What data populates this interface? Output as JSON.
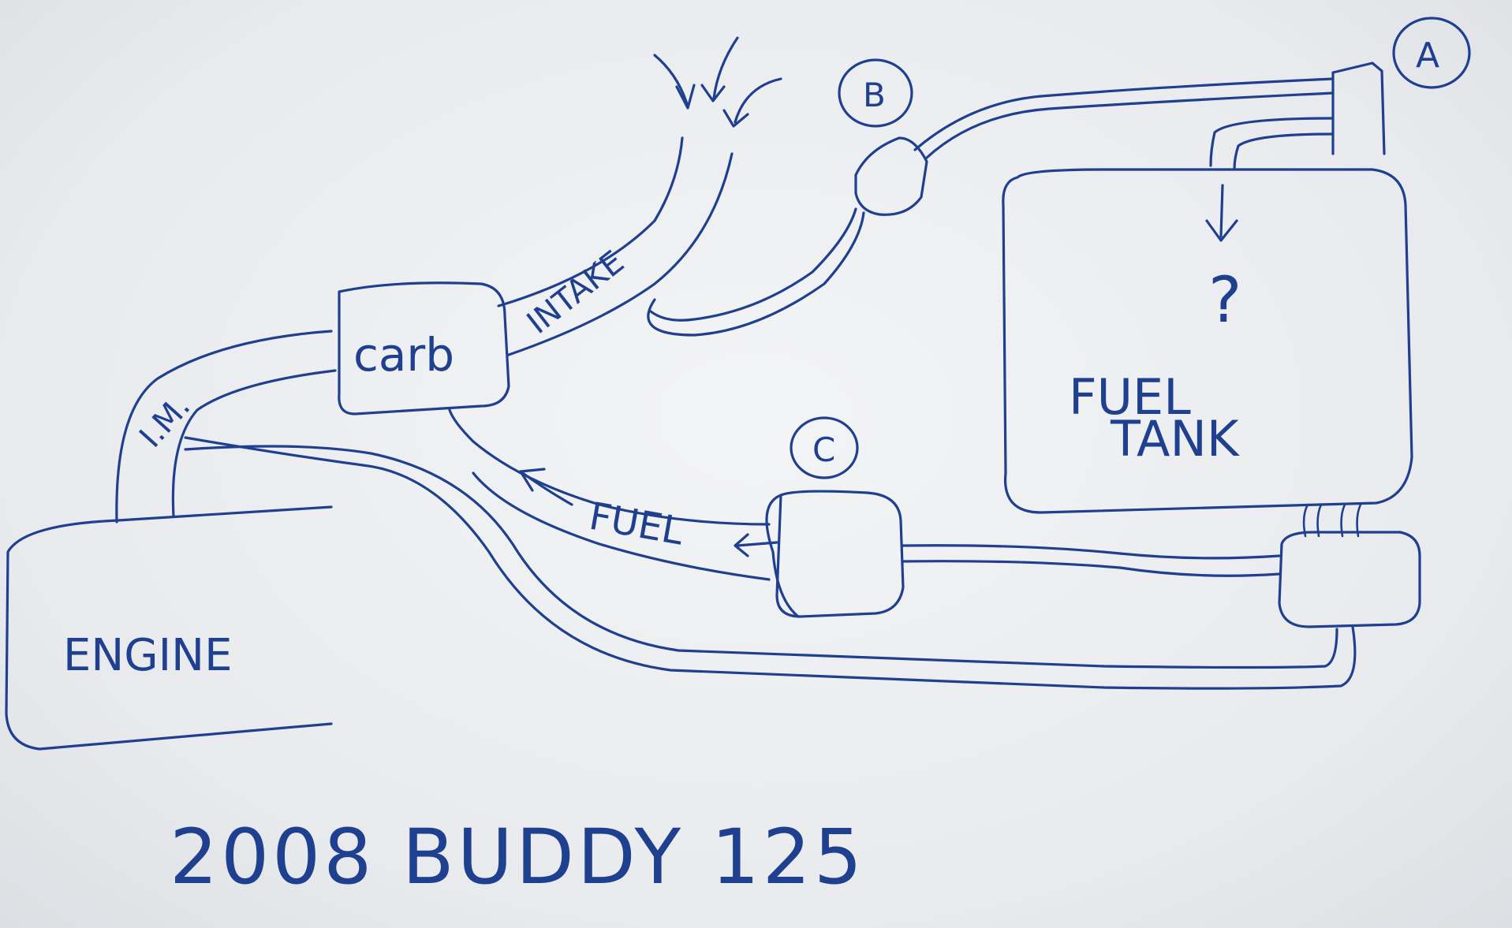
{
  "title": "2008 BUDDY 125",
  "labels": {
    "engine": "ENGINE",
    "carb": "carb",
    "fuel_tank_line1": "FUEL",
    "fuel_tank_line2": "TANK",
    "intake": "INTAKE",
    "intake_manifold": "I.M.",
    "fuel_line": "FUEL",
    "question": "?",
    "marker_a": "A",
    "marker_b": "B",
    "marker_c": "C"
  },
  "colors": {
    "ink": "#1f3f8f",
    "paper": "#eceef1"
  }
}
